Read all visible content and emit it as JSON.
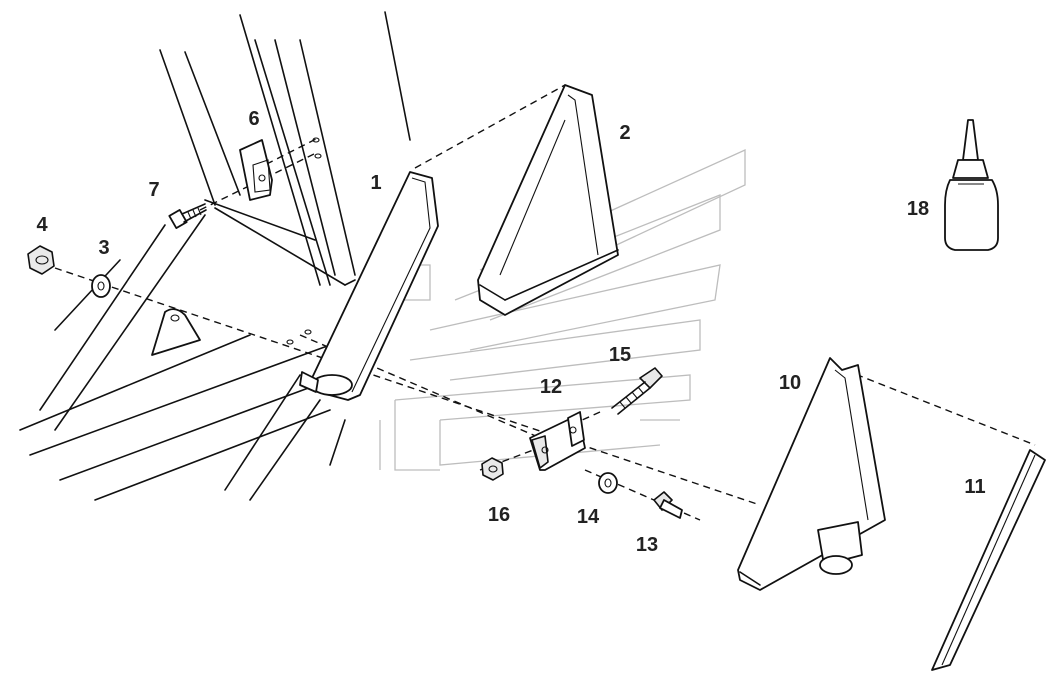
{
  "parts": [
    {
      "id": "p1",
      "label": "1"
    },
    {
      "id": "p2",
      "label": "2"
    },
    {
      "id": "p3",
      "label": "3"
    },
    {
      "id": "p4",
      "label": "4"
    },
    {
      "id": "p6",
      "label": "6"
    },
    {
      "id": "p7",
      "label": "7"
    },
    {
      "id": "p10",
      "label": "10"
    },
    {
      "id": "p11",
      "label": "11"
    },
    {
      "id": "p12",
      "label": "12"
    },
    {
      "id": "p13",
      "label": "13"
    },
    {
      "id": "p14",
      "label": "14"
    },
    {
      "id": "p15",
      "label": "15"
    },
    {
      "id": "p16",
      "label": "16"
    },
    {
      "id": "p18",
      "label": "18"
    }
  ]
}
